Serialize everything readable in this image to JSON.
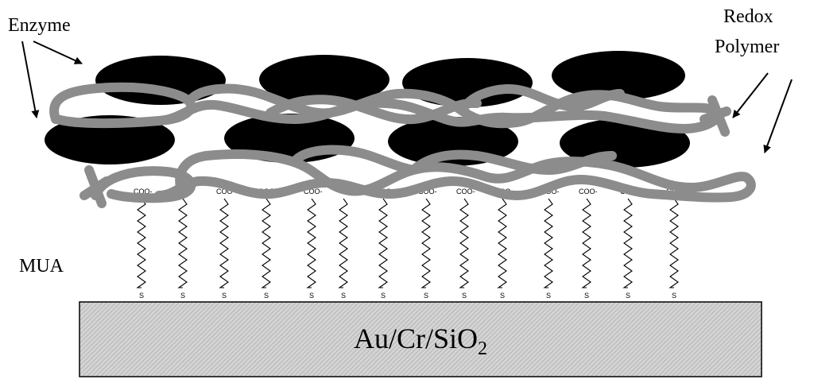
{
  "labels": {
    "enzyme": "Enzyme",
    "redox_line1": "Redox",
    "redox_line2": "Polymer",
    "mua": "MUA",
    "substrate_main": "Au/Cr/SiO",
    "substrate_sub": "2",
    "carboxylate": "COO-",
    "thiol": "S"
  },
  "colors": {
    "enzyme": "#000000",
    "polymer": "#8c8c8c",
    "substrate_fill": "#d4d4d4",
    "substrate_hatch": "#a8a8a8"
  }
}
